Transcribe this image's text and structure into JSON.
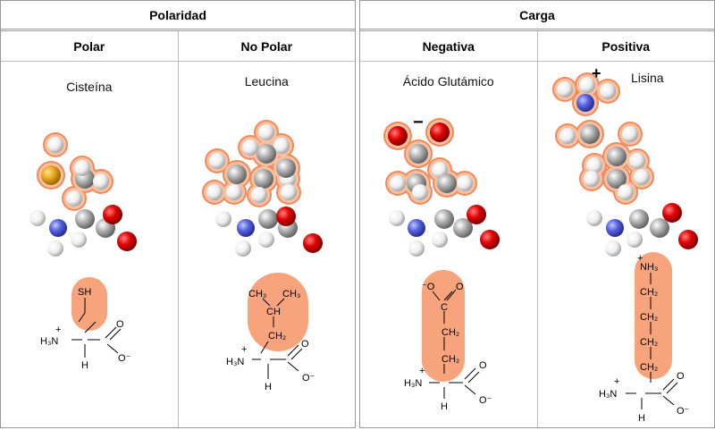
{
  "groups": {
    "polarity": {
      "title": "Polaridad",
      "cols": [
        {
          "header": "Polar",
          "name": "Cisteína"
        },
        {
          "header": "No Polar",
          "name": "Leucina"
        }
      ]
    },
    "charge": {
      "title": "Carga",
      "cols": [
        {
          "header": "Negativa",
          "name": "Ácido Glutámico",
          "charge_sign": "−"
        },
        {
          "header": "Positiva",
          "name": "Lisina",
          "charge_sign": "+"
        }
      ]
    }
  },
  "formulas": {
    "cys": [
      "SH",
      "H₃N",
      "+",
      "O",
      "O⁻",
      "H"
    ],
    "leu": [
      "CH₃",
      "CH₃",
      "CH",
      "CH₂",
      "H₃N",
      "+",
      "O",
      "O⁻",
      "H"
    ],
    "glu": [
      "⁻O",
      "O",
      "C",
      "CH₂",
      "CH₂",
      "H₃N",
      "+",
      "O",
      "O⁻",
      "H"
    ],
    "lys": [
      "+",
      "NH₃",
      "CH₂",
      "CH₂",
      "CH₂",
      "CH₂",
      "H₃N",
      "+",
      "O",
      "O⁻",
      "H"
    ]
  },
  "colors": {
    "highlight": "#f7a37b",
    "halo": "#f08a5d",
    "carbon": "#9a9a9a",
    "hydrogen": "#f2f2f2",
    "oxygen": "#e00000",
    "nitrogen": "#5560e0",
    "sulfur": "#e8a820"
  }
}
